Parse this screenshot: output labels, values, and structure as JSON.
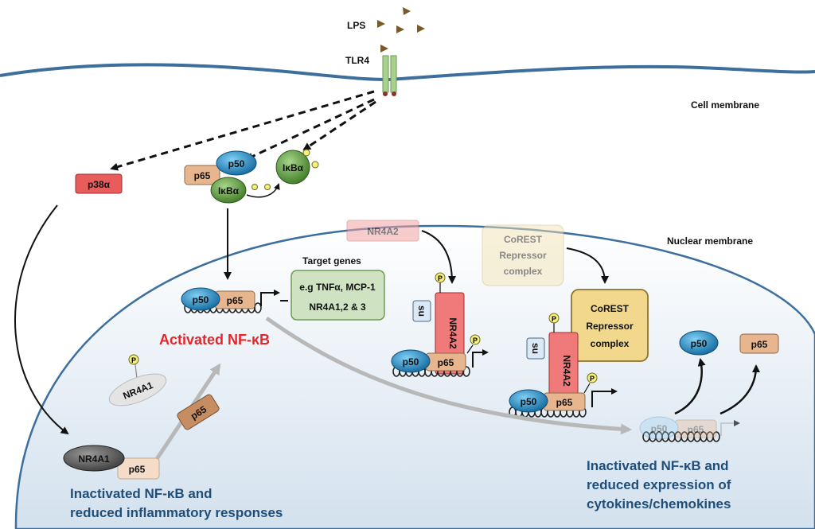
{
  "colors": {
    "membrane": "#3c6e9e",
    "nucleus_fill": "#dfe9f3",
    "p50": "#1c8bc8",
    "p65": "#e8b68e",
    "ikba": "#5e9c3a",
    "nr4a2": "#f07a7a",
    "corest": "#f1d88c",
    "target_box": "#cfe3c2",
    "title_red": "#e8262a",
    "caption_blue": "#1f4e79"
  },
  "labels": {
    "lps": "LPS",
    "tlr4": "TLR4",
    "cell_membrane": "Cell membrane",
    "nuclear_membrane": "Nuclear membrane",
    "p38a": "p38α",
    "p50": "p50",
    "p65": "p65",
    "ikba": "IκBα",
    "phospho": "P",
    "nr4a1": "NR4A1",
    "nr4a2": "NR4A2",
    "su": "su",
    "corest_faded": "CoREST Repressor complex",
    "corest_line1": "CoREST",
    "corest_line2": "Repressor",
    "corest_line3": "complex",
    "target_genes": "Target genes",
    "target_line1": "e.g TNFα, MCP-1",
    "target_line2": "NR4A1,2 & 3",
    "activated": "Activated NF-κB",
    "left_caption_1": "Inactivated NF-κB and",
    "left_caption_2": "reduced inflammatory responses",
    "right_caption_1": "Inactivated NF-κB and",
    "right_caption_2": "reduced expression of",
    "right_caption_3": "cytokines/chemokines"
  }
}
